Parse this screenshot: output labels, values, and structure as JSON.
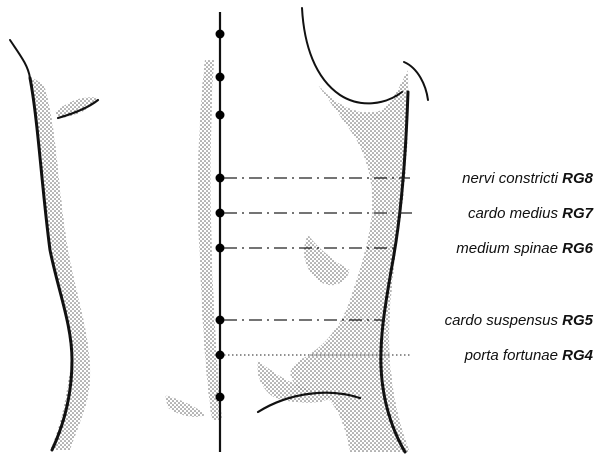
{
  "points": [
    {
      "name": "nervi constricti",
      "code": "RG8"
    },
    {
      "name": "cardo medius",
      "code": "RG7"
    },
    {
      "name": "medium spinae",
      "code": "RG6"
    },
    {
      "name": "cardo suspensus",
      "code": "RG5"
    },
    {
      "name": "porta fortunae",
      "code": "RG4"
    }
  ],
  "colors": {
    "ink": "#111111",
    "background": "#ffffff",
    "stipple": "#555555"
  }
}
